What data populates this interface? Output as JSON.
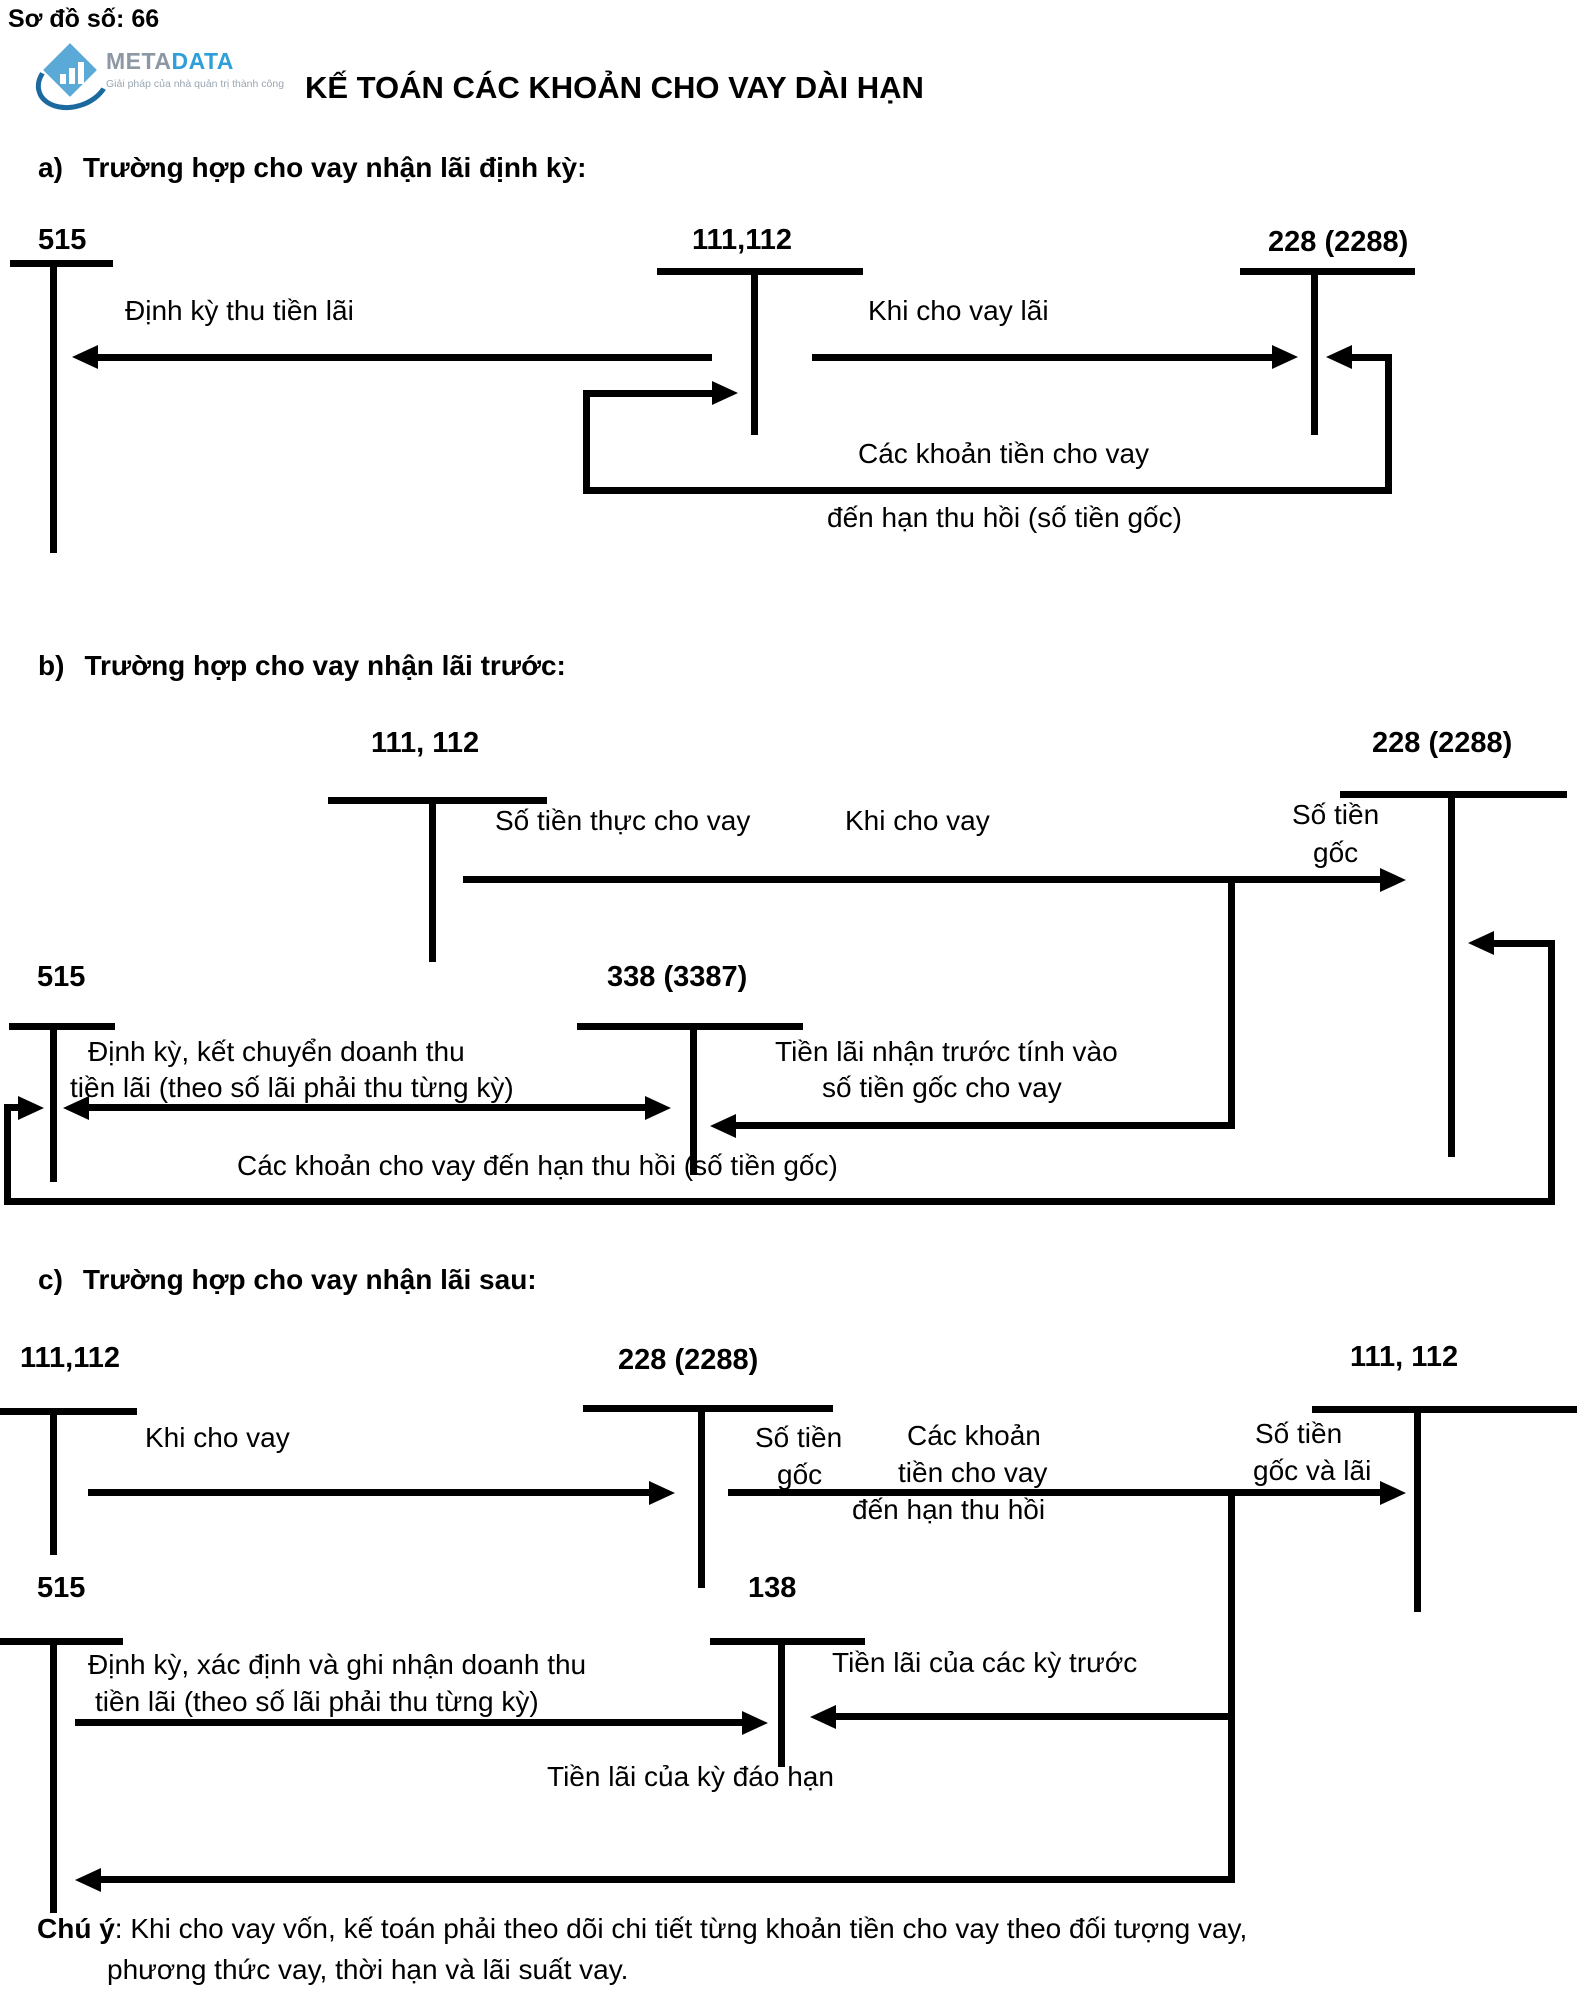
{
  "header": {
    "schema_number": "Sơ đồ số: 66",
    "title": "KẾ TOÁN CÁC KHOẢN CHO VAY DÀI HẠN"
  },
  "logo": {
    "name_part1": "META",
    "name_part2": "DATA",
    "tagline": "Giải pháp của nhà quản trị thành công",
    "brand_color": "#2f9fd9"
  },
  "section_a": {
    "marker": "a)",
    "heading": "Trường hợp cho vay nhận lãi định kỳ:",
    "acc_515": "515",
    "acc_111112": "111,112",
    "acc_228": "228 (2288)",
    "lbl_periodic_interest": "Định kỳ thu tiền lãi",
    "lbl_when_lending": "Khi cho vay lãi",
    "lbl_due_1": "Các khoản tiền cho vay",
    "lbl_due_2": "đến hạn thu hồi (số tiền gốc)"
  },
  "section_b": {
    "marker": "b)",
    "heading": "Trường hợp cho vay nhận lãi trước:",
    "acc_111112": "111, 112",
    "acc_228": "228 (2288)",
    "acc_515": "515",
    "acc_338": "338 (3387)",
    "lbl_actual_amount": "Số tiền thực cho vay",
    "lbl_when_lending": "Khi cho vay",
    "lbl_principal_1": "Số tiền",
    "lbl_principal_2": "gốc",
    "lbl_carry_1": "Định kỳ, kết chuyển doanh thu",
    "lbl_carry_2": "tiền lãi (theo số lãi phải thu từng kỳ)",
    "lbl_prepaid_1": "Tiền lãi nhận trước tính vào",
    "lbl_prepaid_2": "số tiền gốc cho vay",
    "lbl_due": "Các khoản cho vay đến hạn thu hồi (số tiền gốc)"
  },
  "section_c": {
    "marker": "c)",
    "heading": "Trường hợp cho vay nhận lãi sau:",
    "acc_111112_left": "111,112",
    "acc_228": "228 (2288)",
    "acc_111112_right": "111, 112",
    "acc_515": "515",
    "acc_138": "138",
    "lbl_when_lending": "Khi cho vay",
    "lbl_principal_1": "Số tiền",
    "lbl_principal_2": "gốc",
    "lbl_due_1": "Các khoản",
    "lbl_due_2": "tiền cho vay",
    "lbl_due_3": "đến hạn thu hồi",
    "lbl_total_1": "Số tiền",
    "lbl_total_2": "gốc và lãi",
    "lbl_revenue_1": "Định kỳ, xác định và ghi nhận doanh thu",
    "lbl_revenue_2": "tiền lãi (theo số lãi phải thu từng kỳ)",
    "lbl_prev_interest": "Tiền lãi của các kỳ trước",
    "lbl_maturity_interest": "Tiền lãi của kỳ đáo hạn"
  },
  "note": {
    "label": "Chú ý",
    "line1": ": Khi cho vay vốn, kế toán phải theo dõi chi tiết từng khoản tiền cho vay theo đối tượng vay,",
    "line2": "phương thức vay, thời hạn và lãi suất vay."
  }
}
